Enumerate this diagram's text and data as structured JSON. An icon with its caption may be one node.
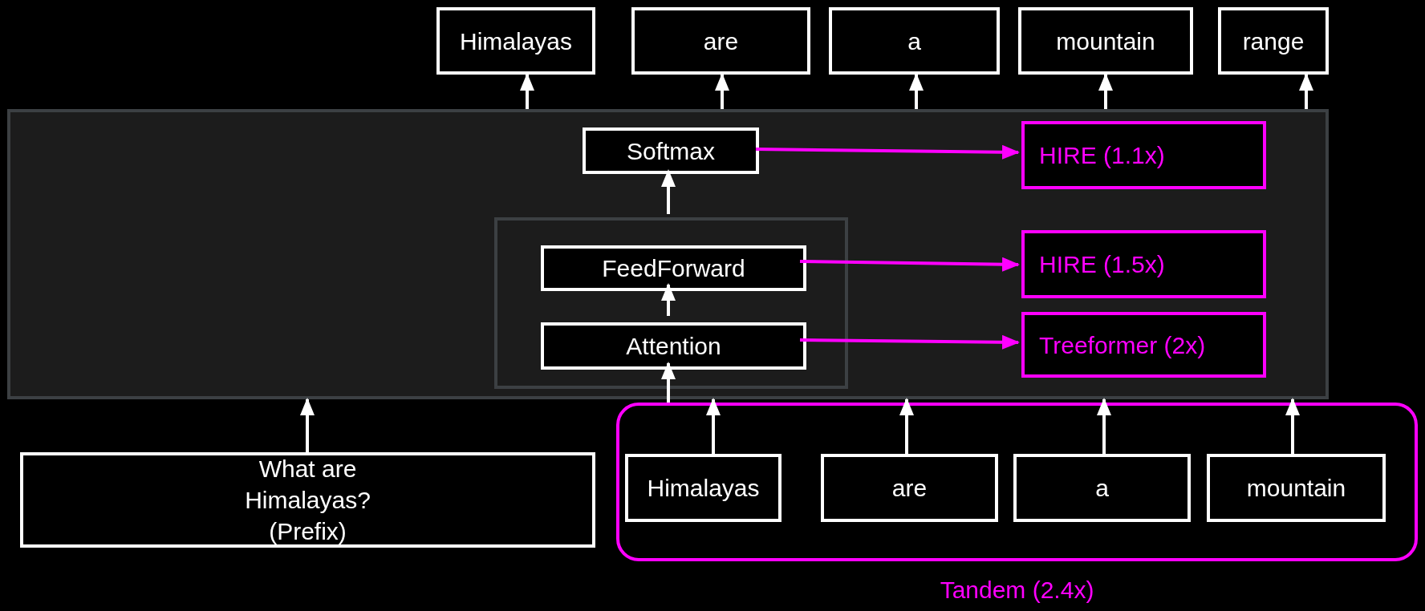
{
  "diagram": {
    "nodes": [
      {
        "text": [
          "Himalayas"
        ]
      },
      {
        "text": [
          "are"
        ]
      },
      {
        "text": [
          "a"
        ]
      },
      {
        "text": [
          "mountain"
        ]
      },
      {
        "text": [
          "range"
        ]
      },
      {
        "text": [],
        "shape": "box"
      },
      {
        "text": [
          "Softmax"
        ],
        "in": 5
      },
      {
        "text": [
          "HIRE (1.1x)"
        ],
        "in": 5
      },
      {
        "text": [],
        "shape": "box",
        "in": 5
      },
      {
        "text": [
          "FeedForward"
        ],
        "in": 8
      },
      {
        "text": [
          "HIRE (1.5x)"
        ],
        "in": 5
      },
      {
        "text": [
          "Attention"
        ],
        "in": 8
      },
      {
        "text": [
          "Treeformer (2x)"
        ],
        "in": 5
      },
      {
        "text": [
          "What are Himalayas? (Prefix)"
        ]
      },
      {
        "text": [
          "Tandem (2.4x)"
        ]
      },
      {
        "text": [
          "Himalayas"
        ],
        "in": 14
      },
      {
        "text": [
          "are"
        ],
        "in": 14
      },
      {
        "text": [
          "a"
        ],
        "in": 14
      },
      {
        "text": [
          "mountain"
        ],
        "in": 14
      }
    ],
    "edges": [
      {
        "from": 5,
        "to": 0,
        "arrow": "to"
      },
      {
        "from": 5,
        "to": 1,
        "arrow": "to"
      },
      {
        "from": 5,
        "to": 2,
        "arrow": "to"
      },
      {
        "from": 5,
        "to": 3,
        "arrow": "to"
      },
      {
        "from": 5,
        "to": 4,
        "arrow": "to"
      },
      {
        "from": 6,
        "to": 7,
        "arrow": "to",
        "color": "#ff00ff"
      },
      {
        "from": 8,
        "to": 6,
        "arrow": "to"
      },
      {
        "from": 9,
        "to": 10,
        "arrow": "to",
        "color": "#ff00ff"
      },
      {
        "from": 11,
        "to": 9,
        "arrow": "to"
      },
      {
        "from": 11,
        "to": 12,
        "arrow": "to",
        "color": "#ff00ff"
      },
      {
        "from": 14,
        "to": 11,
        "arrow": "to"
      },
      {
        "from": 13,
        "to": 5,
        "arrow": "to"
      },
      {
        "from": 15,
        "to": 5,
        "arrow": "to"
      },
      {
        "from": 16,
        "to": 5,
        "arrow": "to"
      },
      {
        "from": 17,
        "to": 5,
        "arrow": "to"
      },
      {
        "from": 18,
        "to": 5,
        "arrow": "to"
      }
    ]
  }
}
